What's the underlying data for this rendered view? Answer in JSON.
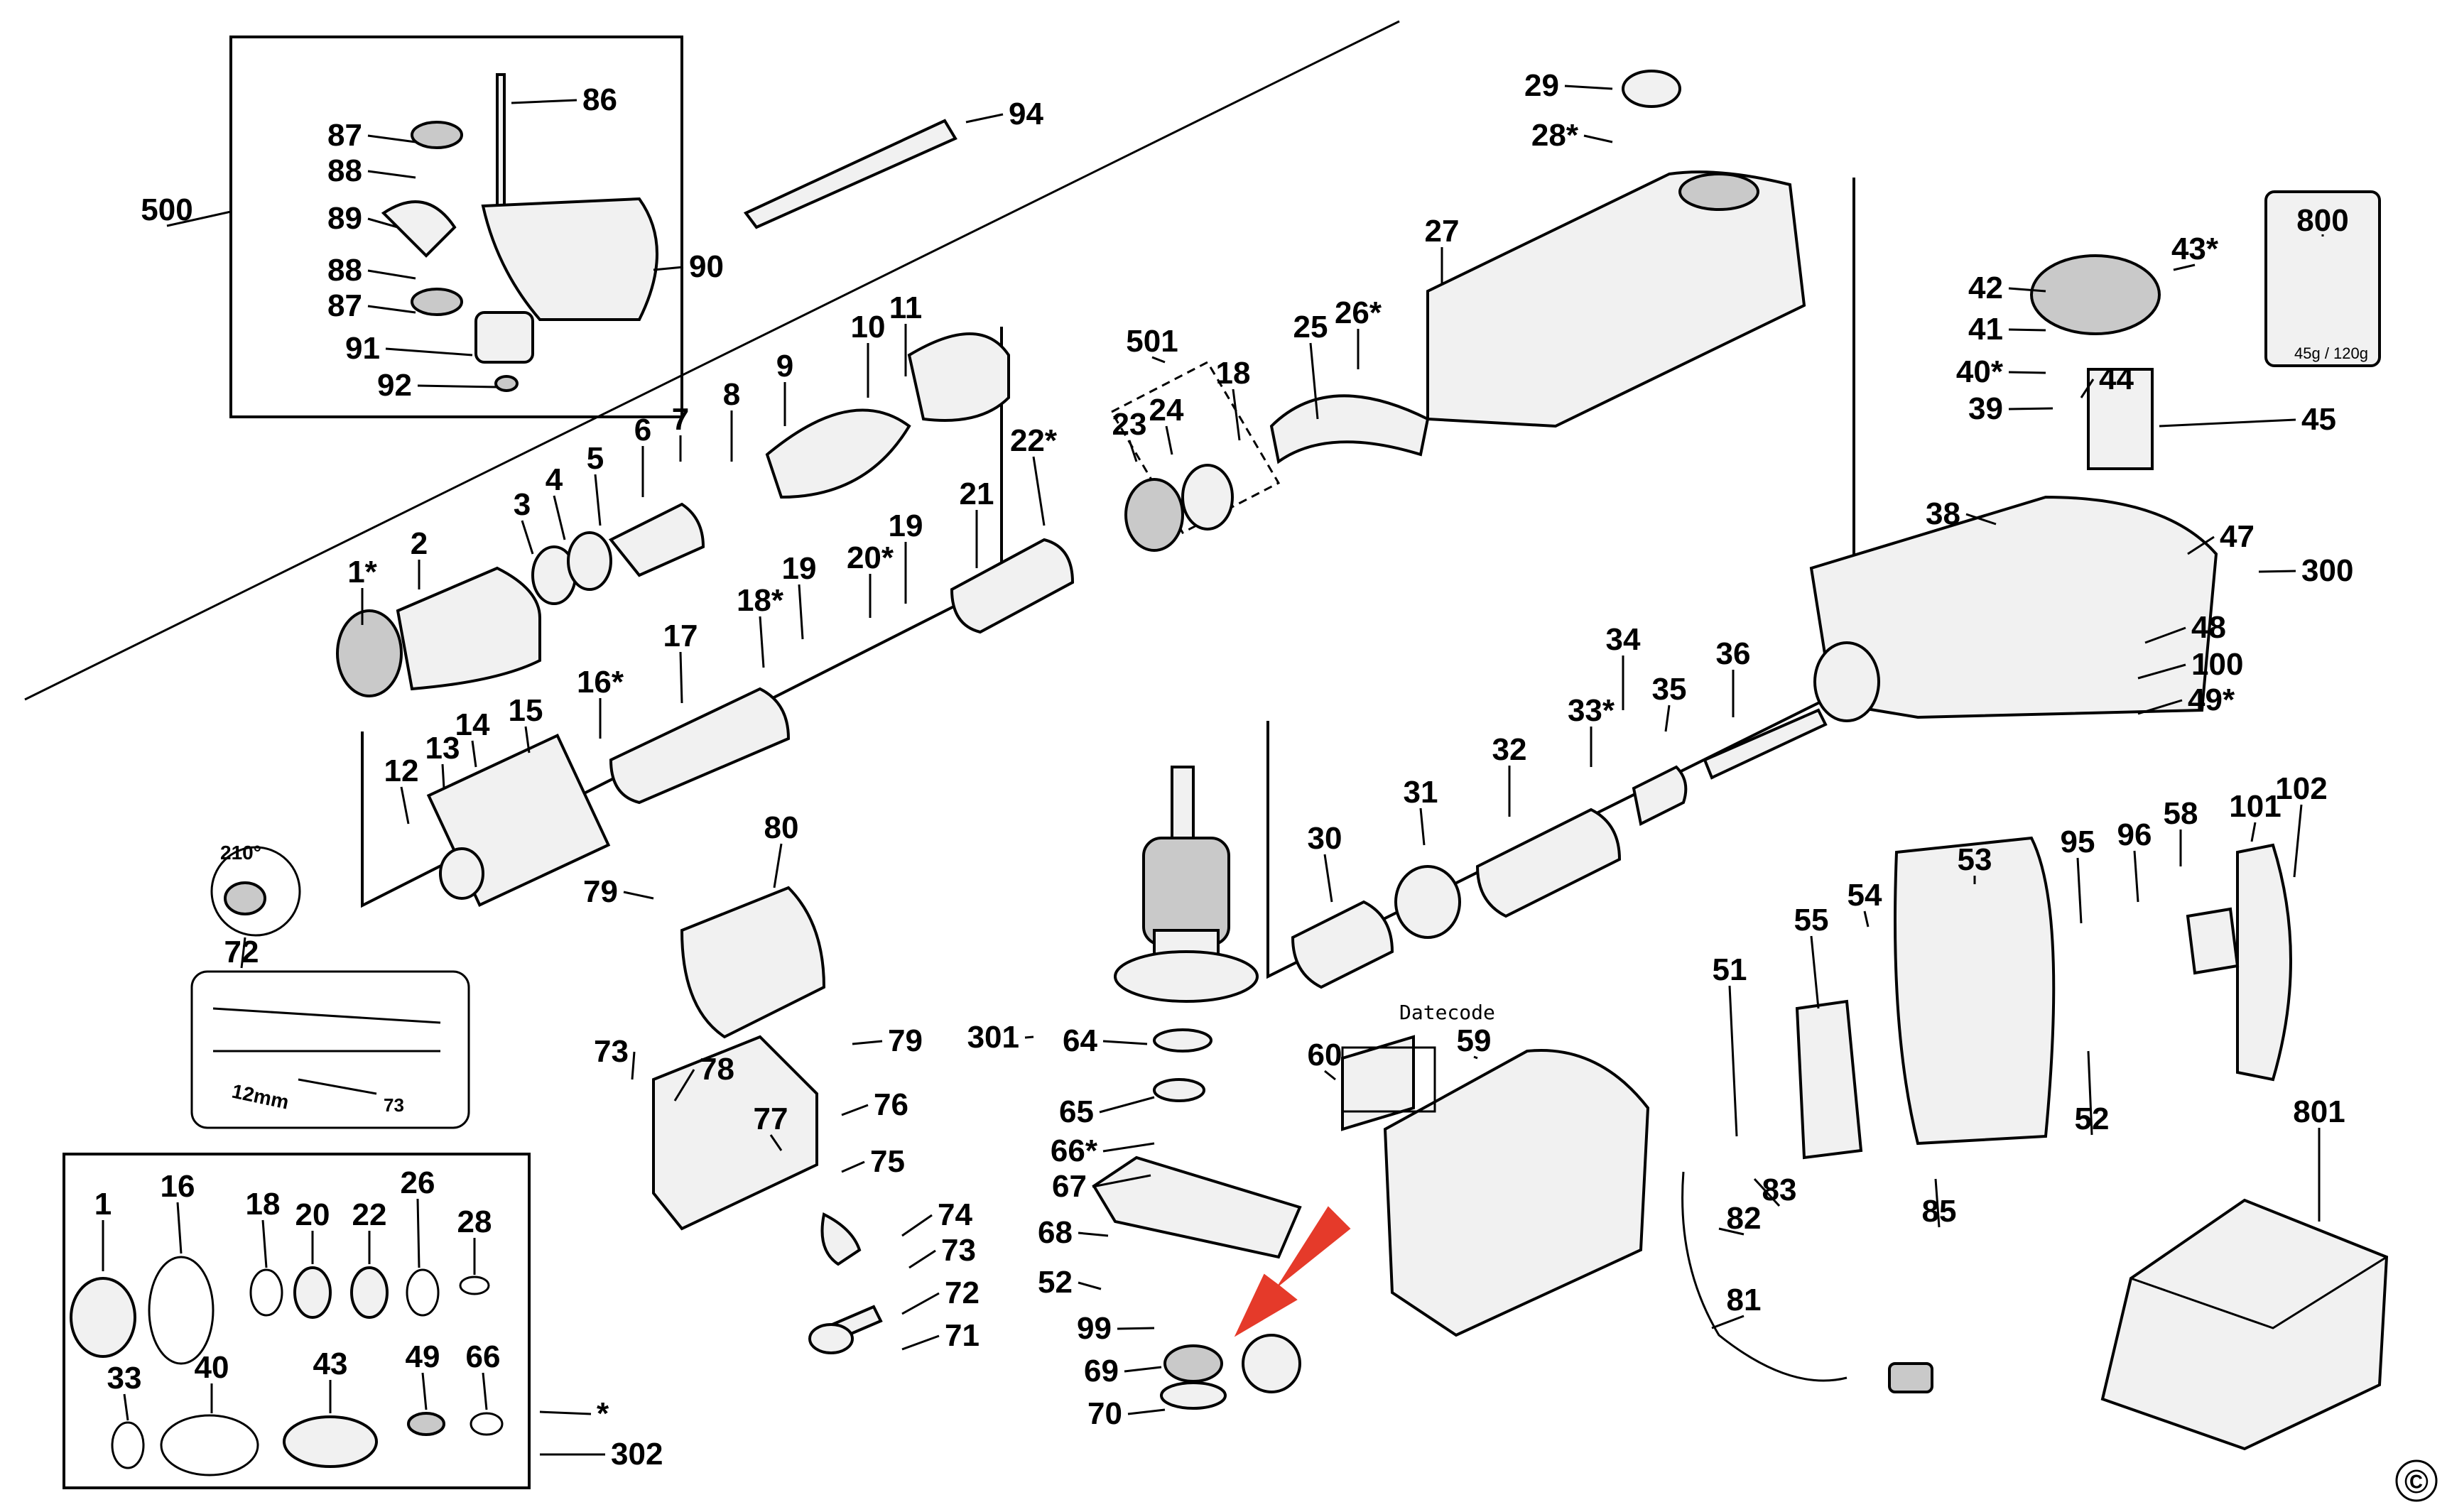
{
  "copyright_symbol": "©",
  "callouts": {
    "c500": "500",
    "c86": "86",
    "c94": "94",
    "c87a": "87",
    "c88a": "88",
    "c89": "89",
    "c88b": "88",
    "c87b": "87",
    "c90": "90",
    "c91": "91",
    "c92": "92",
    "c1s": "1*",
    "c2": "2",
    "c3": "3",
    "c4": "4",
    "c5": "5",
    "c6": "6",
    "c7": "7",
    "c8": "8",
    "c9": "9",
    "c10": "10",
    "c11": "11",
    "c12": "12",
    "c13": "13",
    "c14": "14",
    "c15": "15",
    "c16s": "16*",
    "c17": "17",
    "c18s": "18*",
    "c19a": "19",
    "c20s": "20*",
    "c19b": "19",
    "c21": "21",
    "c22s": "22*",
    "c501": "501",
    "c23": "23",
    "c24": "24",
    "c18": "18",
    "c25": "25",
    "c26s": "26*",
    "c27": "27",
    "c29": "29",
    "c28s": "28*",
    "c800": "800",
    "c43s": "43*",
    "c42": "42",
    "c41": "41",
    "c40s": "40*",
    "c39": "39",
    "c44": "44",
    "c45": "45",
    "c38": "38",
    "c47": "47",
    "c300": "300",
    "c48": "48",
    "c100": "100",
    "c49s": "49*",
    "c34": "34",
    "c35": "35",
    "c36": "36",
    "c33s": "33*",
    "c32": "32",
    "c31": "31",
    "c30": "30",
    "c72": "72",
    "c80": "80",
    "c79a": "79",
    "c79b": "79",
    "c73a": "73",
    "c78": "78",
    "c77": "77",
    "c76": "76",
    "c75": "75",
    "c74": "74",
    "c73b": "73",
    "c72b": "72",
    "c71": "71",
    "c301": "301",
    "c64": "64",
    "c65": "65",
    "c66s": "66*",
    "c67": "67",
    "c68": "68",
    "c52a": "52",
    "c99": "99",
    "c69": "69",
    "c70": "70",
    "c60": "60",
    "c59": "59",
    "c51": "51",
    "c55": "55",
    "c54": "54",
    "c53": "53",
    "c95": "95",
    "c96": "96",
    "c58": "58",
    "c101": "101",
    "c102": "102",
    "c52b": "52",
    "c85": "85",
    "c83": "83",
    "c82": "82",
    "c81": "81",
    "c801": "801",
    "k1": "1",
    "k16": "16",
    "k18": "18",
    "k20": "20",
    "k22": "22",
    "k26": "26",
    "k28": "28",
    "k33": "33",
    "k40": "40",
    "k43": "43",
    "k49": "49",
    "k66": "66",
    "kstar": "*",
    "k302": "302"
  },
  "texts": {
    "datecode": "Datecode",
    "grease_weight": "45g / 120g",
    "angle": "210°",
    "length_mm": "12mm",
    "inset_73": "73"
  },
  "colors": {
    "arrow": "#e53a2a",
    "ink": "#000000",
    "paper": "#ffffff"
  }
}
